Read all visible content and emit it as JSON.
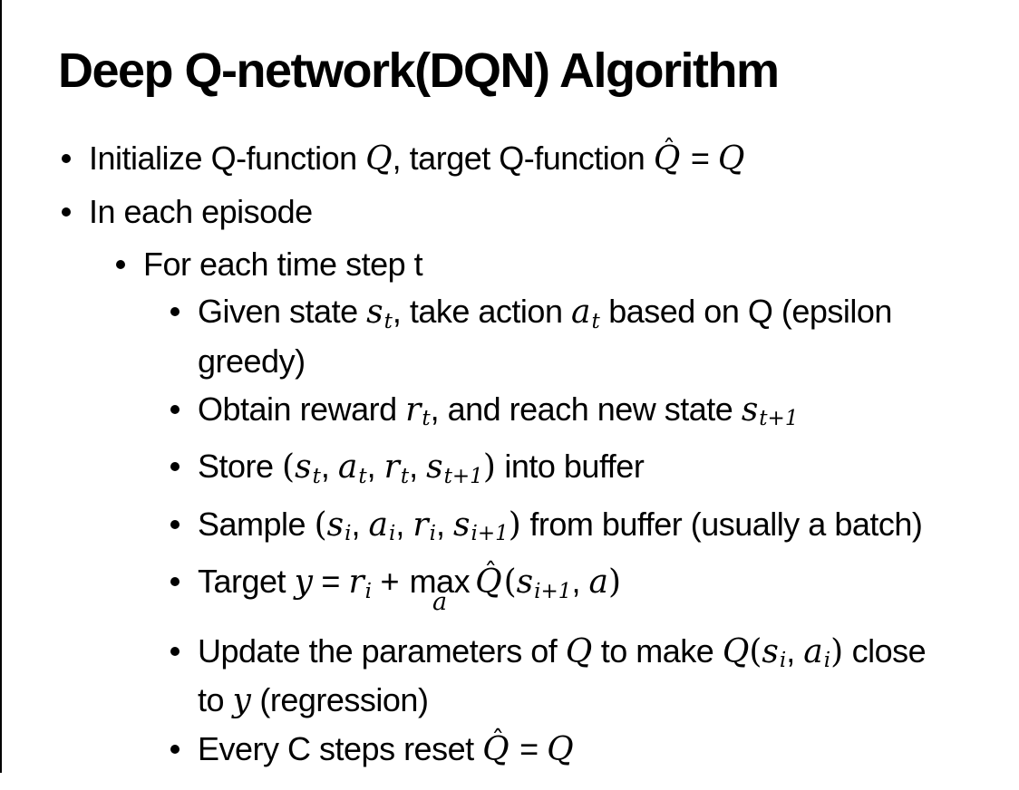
{
  "slide": {
    "title": "Deep Q-network(DQN) Algorithm",
    "colors": {
      "background": "#ffffff",
      "text": "#000000",
      "edge_line": "#000000"
    },
    "icons": {
      "bullet": "circle-dot",
      "hat_glyph": "ˆ"
    },
    "bullets": [
      {
        "level": 1,
        "lines": [
          [
            {
              "t": "Initialize Q-function "
            },
            {
              "v": "Q"
            },
            {
              "t": ", target Q-function "
            },
            {
              "hat": "Q"
            },
            {
              "t": " = "
            },
            {
              "v": "Q"
            }
          ]
        ]
      },
      {
        "level": 1,
        "lines": [
          [
            {
              "t": "In each episode"
            }
          ]
        ]
      },
      {
        "level": 2,
        "lines": [
          [
            {
              "t": "For each time step t"
            }
          ]
        ]
      },
      {
        "level": 3,
        "lines": [
          [
            {
              "t": "Given state "
            },
            {
              "v": "s",
              "sub": "t"
            },
            {
              "t": ", take action "
            },
            {
              "v": "a",
              "sub": "t"
            },
            {
              "t": " based on Q (epsilon"
            }
          ],
          [
            {
              "t": "greedy)"
            }
          ]
        ]
      },
      {
        "level": 3,
        "lines": [
          [
            {
              "t": "Obtain reward "
            },
            {
              "v": "r",
              "sub": "t"
            },
            {
              "t": ", and reach new state "
            },
            {
              "v": "s",
              "sub": "t+1"
            }
          ]
        ]
      },
      {
        "level": 3,
        "lines": [
          [
            {
              "t": "Store "
            },
            {
              "p": "("
            },
            {
              "v": "s",
              "sub": "t"
            },
            {
              "t": ", "
            },
            {
              "v": "a",
              "sub": "t"
            },
            {
              "t": ", "
            },
            {
              "v": "r",
              "sub": "t"
            },
            {
              "t": ", "
            },
            {
              "v": "s",
              "sub": "t+1"
            },
            {
              "p": ")"
            },
            {
              "t": " into buffer"
            }
          ]
        ]
      },
      {
        "level": 3,
        "lines": [
          [
            {
              "t": "Sample "
            },
            {
              "p": "("
            },
            {
              "v": "s",
              "sub": "i"
            },
            {
              "t": ", "
            },
            {
              "v": "a",
              "sub": "i"
            },
            {
              "t": ", "
            },
            {
              "v": "r",
              "sub": "i"
            },
            {
              "t": ", "
            },
            {
              "v": "s",
              "sub": "i+1"
            },
            {
              "p": ")"
            },
            {
              "t": " from buffer (usually a batch)"
            }
          ]
        ]
      },
      {
        "level": 3,
        "lines": [
          [
            {
              "t": "Target "
            },
            {
              "v": "y"
            },
            {
              "t": " = "
            },
            {
              "v": "r",
              "sub": "i"
            },
            {
              "t": " + "
            },
            {
              "op": "max",
              "under": "a"
            },
            {
              "hat": "Q"
            },
            {
              "p": "("
            },
            {
              "v": "s",
              "sub": "i+1"
            },
            {
              "t": ", "
            },
            {
              "v": "a"
            },
            {
              "p": ")"
            }
          ]
        ]
      },
      {
        "level": 3,
        "lines": [
          [
            {
              "t": "Update the parameters of "
            },
            {
              "v": "Q"
            },
            {
              "t": " to make "
            },
            {
              "v": "Q"
            },
            {
              "p": "("
            },
            {
              "v": "s",
              "sub": "i"
            },
            {
              "t": ", "
            },
            {
              "v": "a",
              "sub": "i"
            },
            {
              "p": ")"
            },
            {
              "t": " close"
            }
          ],
          [
            {
              "t": "to "
            },
            {
              "v": "y"
            },
            {
              "t": " (regression)"
            }
          ]
        ]
      },
      {
        "level": 3,
        "lines": [
          [
            {
              "t": "Every C steps reset "
            },
            {
              "hat": "Q"
            },
            {
              "t": " = "
            },
            {
              "v": "Q"
            }
          ]
        ]
      }
    ]
  }
}
